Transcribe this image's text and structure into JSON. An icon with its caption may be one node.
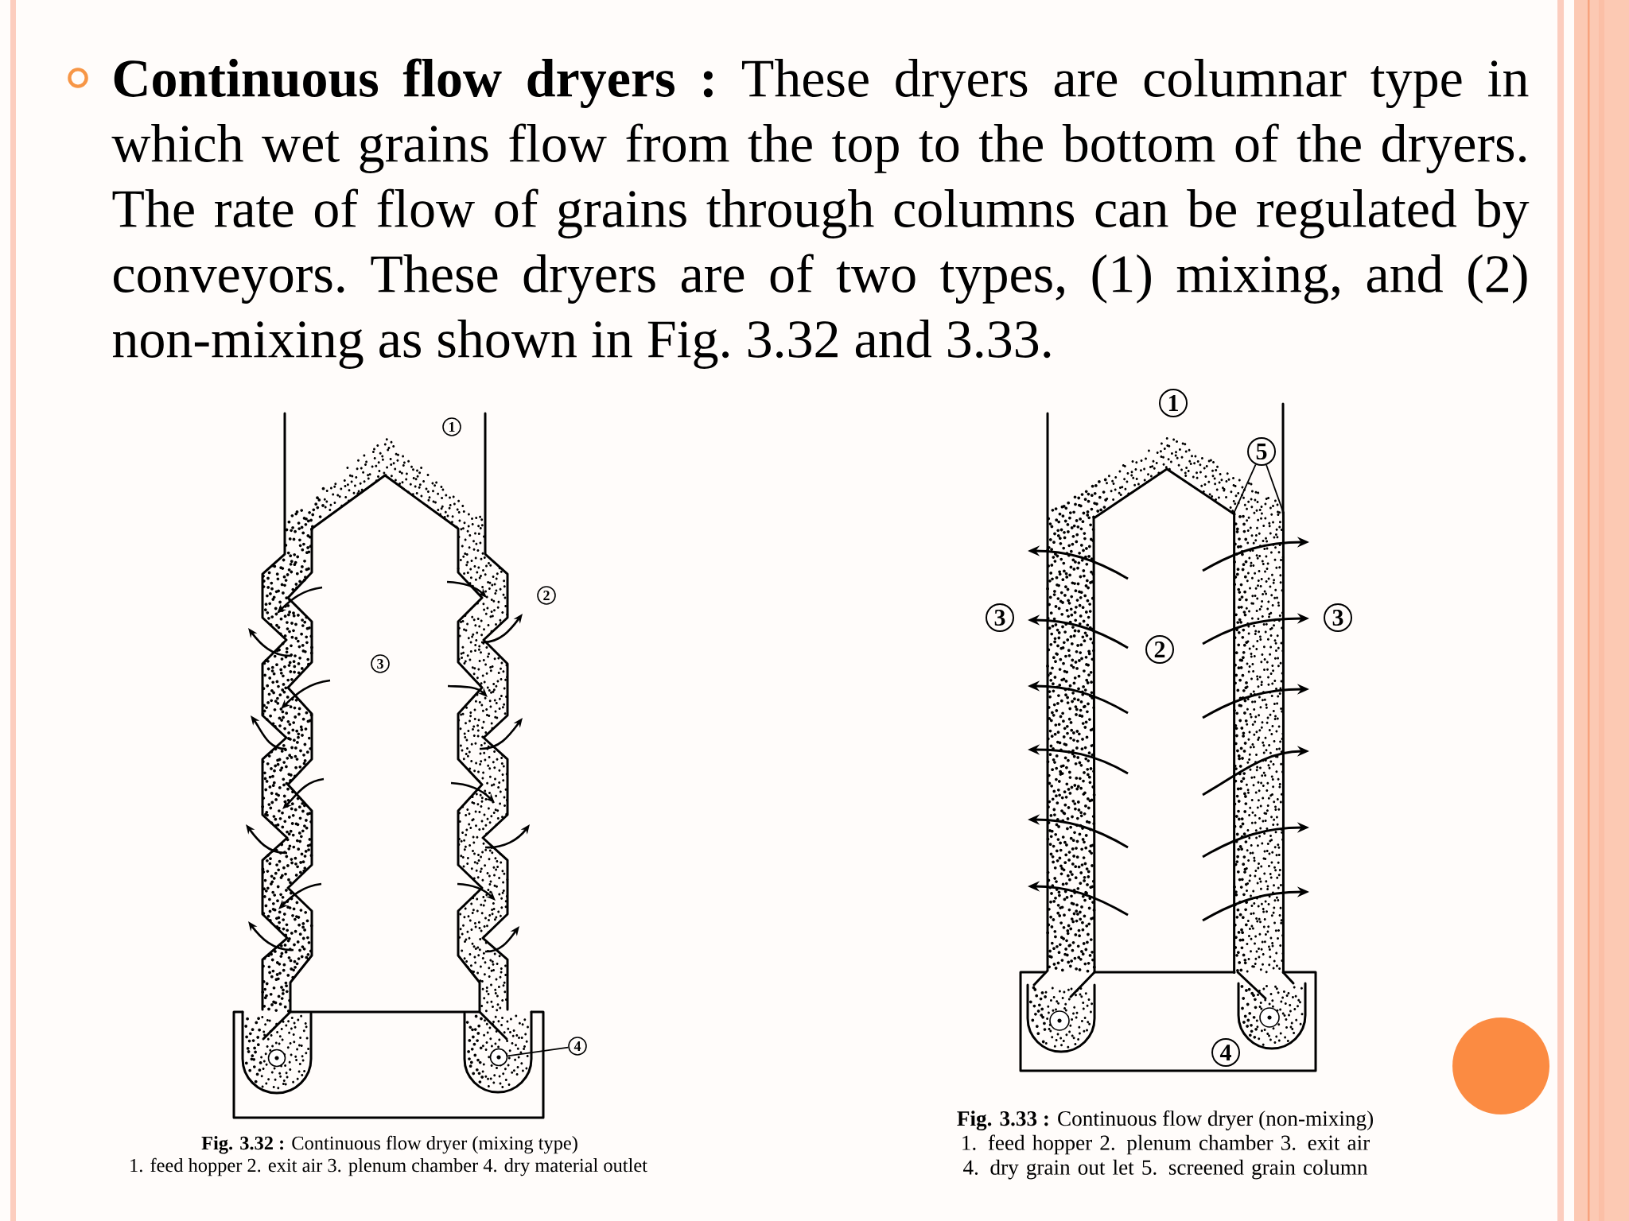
{
  "diagram": {
    "nodes": [
      {
        "text": [
          "1"
        ]
      },
      {
        "text": [
          "2"
        ]
      },
      {
        "text": [
          "3"
        ]
      },
      {
        "text": [
          "4"
        ]
      },
      {
        "text": [],
        "shape": "circle"
      },
      {
        "text": [],
        "shape": "circle"
      },
      {
        "text": [
          "1"
        ]
      },
      {
        "text": [
          "5"
        ]
      },
      {
        "text": [],
        "shape": "box"
      },
      {
        "text": [
          "3"
        ]
      },
      {
        "text": [
          "3"
        ]
      },
      {
        "text": [
          "2"
        ]
      },
      {
        "text": [],
        "shape": "circle"
      },
      {
        "text": [],
        "shape": "circle"
      },
      {
        "text": [
          "4"
        ]
      }
    ],
    "edges": [
      {
        "from": 3,
        "to": 5,
        "arrow": "none"
      },
      {
        "from": 7,
        "to": 8,
        "arrow": "none"
      },
      {
        "from": 7,
        "to": 8,
        "arrow": "none"
      }
    ],
    "labels": [
      "**Continuous flow dryers :** These dryers are columnar type in which wet grains flow from the top to the bottom of the dryers. The rate of flow of grains through columns can be regulated by conveyors. These dryers are of two types, (1) mixing, and (2) non-mixing as shown in Fig. 3.32 and 3.33.",
      "**Fig. 3.32 :** Continuous flow dryer (mixing type)",
      "1. feed hopper 2. exit air 3. plenum chamber 4. dry material outlet",
      "**Fig. 3.33 :** Continuous flow dryer (non-mixing)",
      "1. feed hopper 2. plenum chamber 3. exit air 4. dry grain out let 5. screened grain column"
    ]
  }
}
